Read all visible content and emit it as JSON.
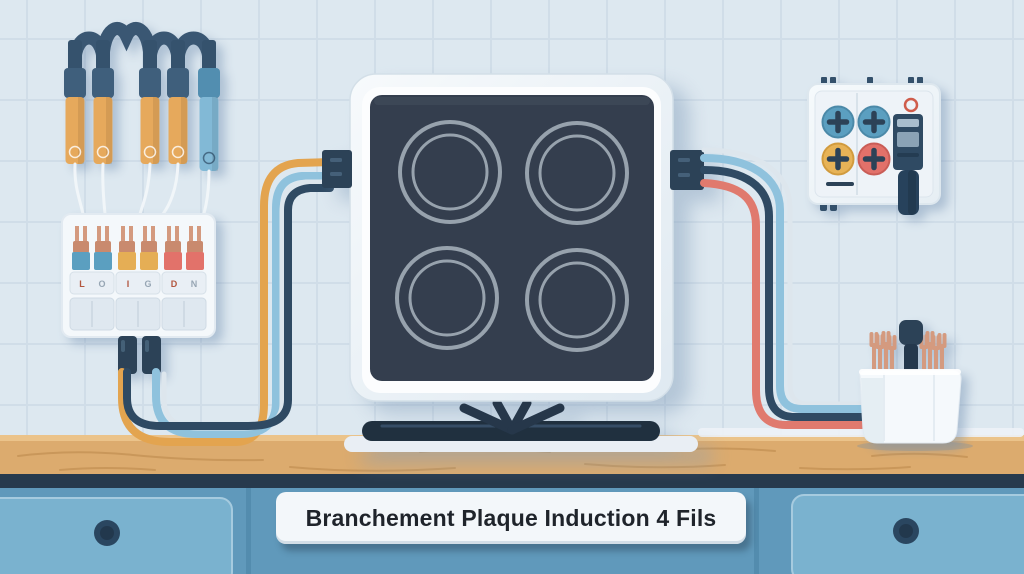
{
  "caption": {
    "text": "Branchement Plaque Induction 4 Fils"
  },
  "palette": {
    "wall": "#dde8f0",
    "grout": "#c6d5e2",
    "navy": "#3a5773",
    "plugOrange": "#e6a95c",
    "plugBlue": "#82b9d6",
    "wireWhite": "#f3f7fa",
    "boxWhite": "#f4f8fb",
    "termBlue": "#5b9fc0",
    "termYellow": "#e5ae55",
    "termRed": "#e2726a",
    "copper": "#d49a7f",
    "gland": "#2c4257",
    "wireOrange": "#e3a44f",
    "wireSky": "#8fc2dd",
    "wireNavy": "#2f4a63",
    "wireRed": "#e07a6e",
    "wirePale": "#dde6ed",
    "glass": "#343e4e",
    "ring": "#97a2ad",
    "stand": "#20303f",
    "plate": "#e9eef4",
    "screwBlue": "#5b9fc0",
    "screwYellow": "#e7b357",
    "screwRed": "#e2716a",
    "cross": "#2c4257",
    "tester": "#2f4a63",
    "wood": "#dcab6e",
    "woodLip": "#ebc48b",
    "grain": "#c28f52",
    "strip": "#273a4d",
    "cabinet": "#6099bb",
    "drawer": "#7ab2cf",
    "knob": "#2a4660",
    "captionBg": "#f3f7fa",
    "captionText": "#1f242b"
  },
  "terminal_block": {
    "groups": [
      {
        "color_name": "blue",
        "labels": [
          "L",
          "O"
        ]
      },
      {
        "color_name": "yellow",
        "labels": [
          "I",
          "G"
        ]
      },
      {
        "color_name": "red",
        "labels": [
          "D",
          "N"
        ]
      }
    ]
  }
}
